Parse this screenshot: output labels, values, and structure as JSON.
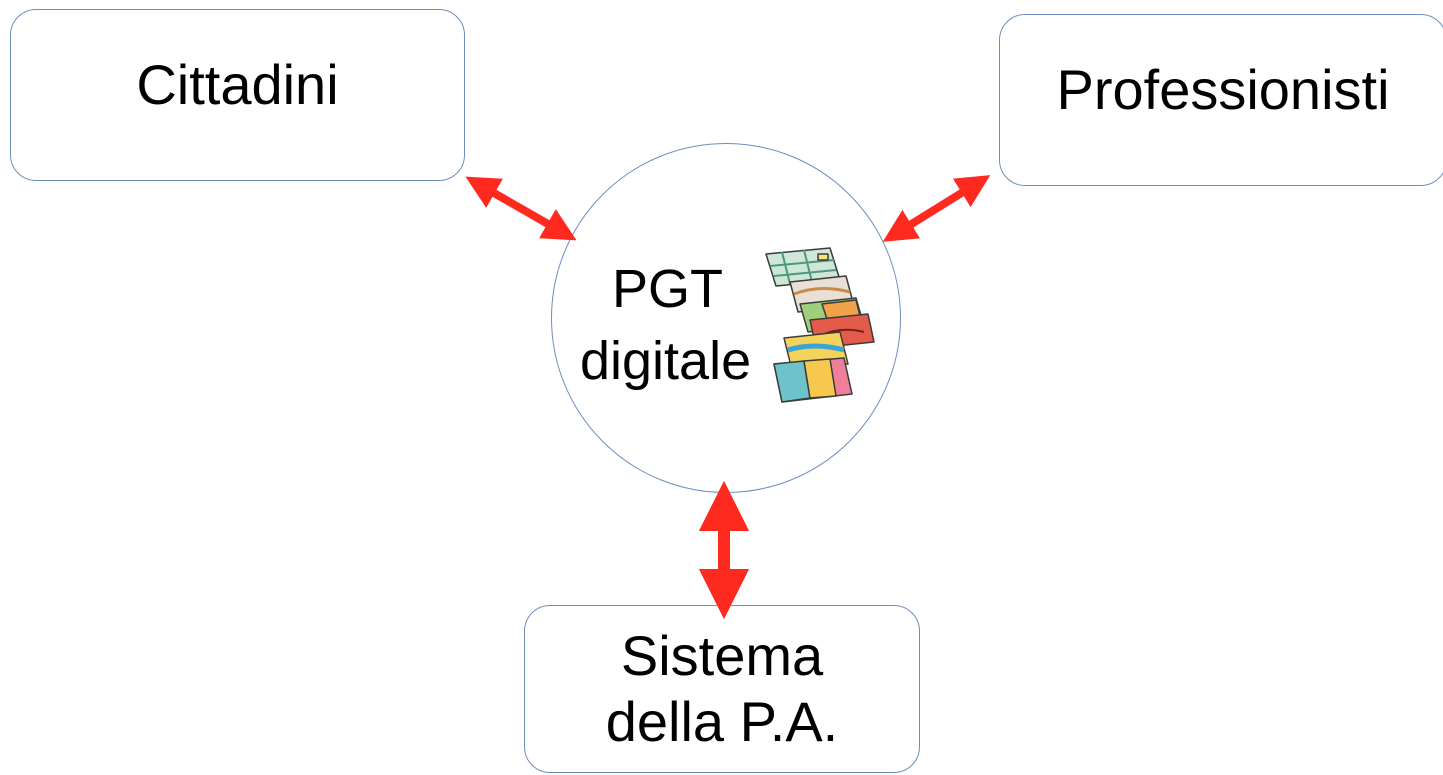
{
  "nodes": {
    "cittadini": "Cittadini",
    "professionisti": "Professionisti",
    "pa_line1": "Sistema",
    "pa_line2": "della P.A.",
    "hub_line1": "PGT",
    "hub_line2": "digitale"
  },
  "icon": {
    "name": "map-layers-icon"
  },
  "colors": {
    "border": "#6d8fbd",
    "arrow": "#ff2a1f",
    "text": "#000000"
  }
}
